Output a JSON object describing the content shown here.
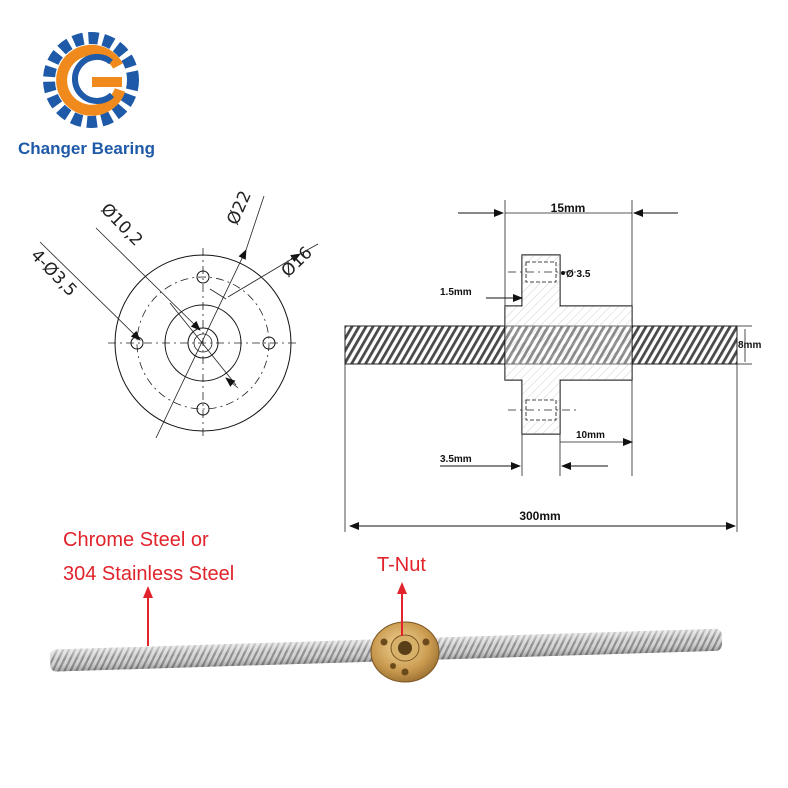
{
  "brand": {
    "name": "Changer Bearing",
    "colors": {
      "blue": "#1f5aa8",
      "orange": "#f08a1c",
      "red": "#e1232c"
    }
  },
  "flange_drawing": {
    "labels": {
      "hole_pattern": "4-Ø3,5",
      "bore": "Ø10,2",
      "outer": "Ø22",
      "pitch": "Ø16"
    }
  },
  "side_drawing": {
    "labels": {
      "flange_width": "15mm",
      "hole": "Ø 3.5",
      "flange_thickness": "1.5mm",
      "rod_diameter": "8mm",
      "body_length": "10mm",
      "hole_offset": "3.5mm",
      "rod_length": "300mm"
    }
  },
  "photo_annotations": {
    "material_line1": "Chrome Steel or",
    "material_line2": "304 Stainless Steel",
    "nut": "T-Nut"
  },
  "icons": [
    "changer-bearing-logo-icon",
    "arrow-up-icon"
  ]
}
